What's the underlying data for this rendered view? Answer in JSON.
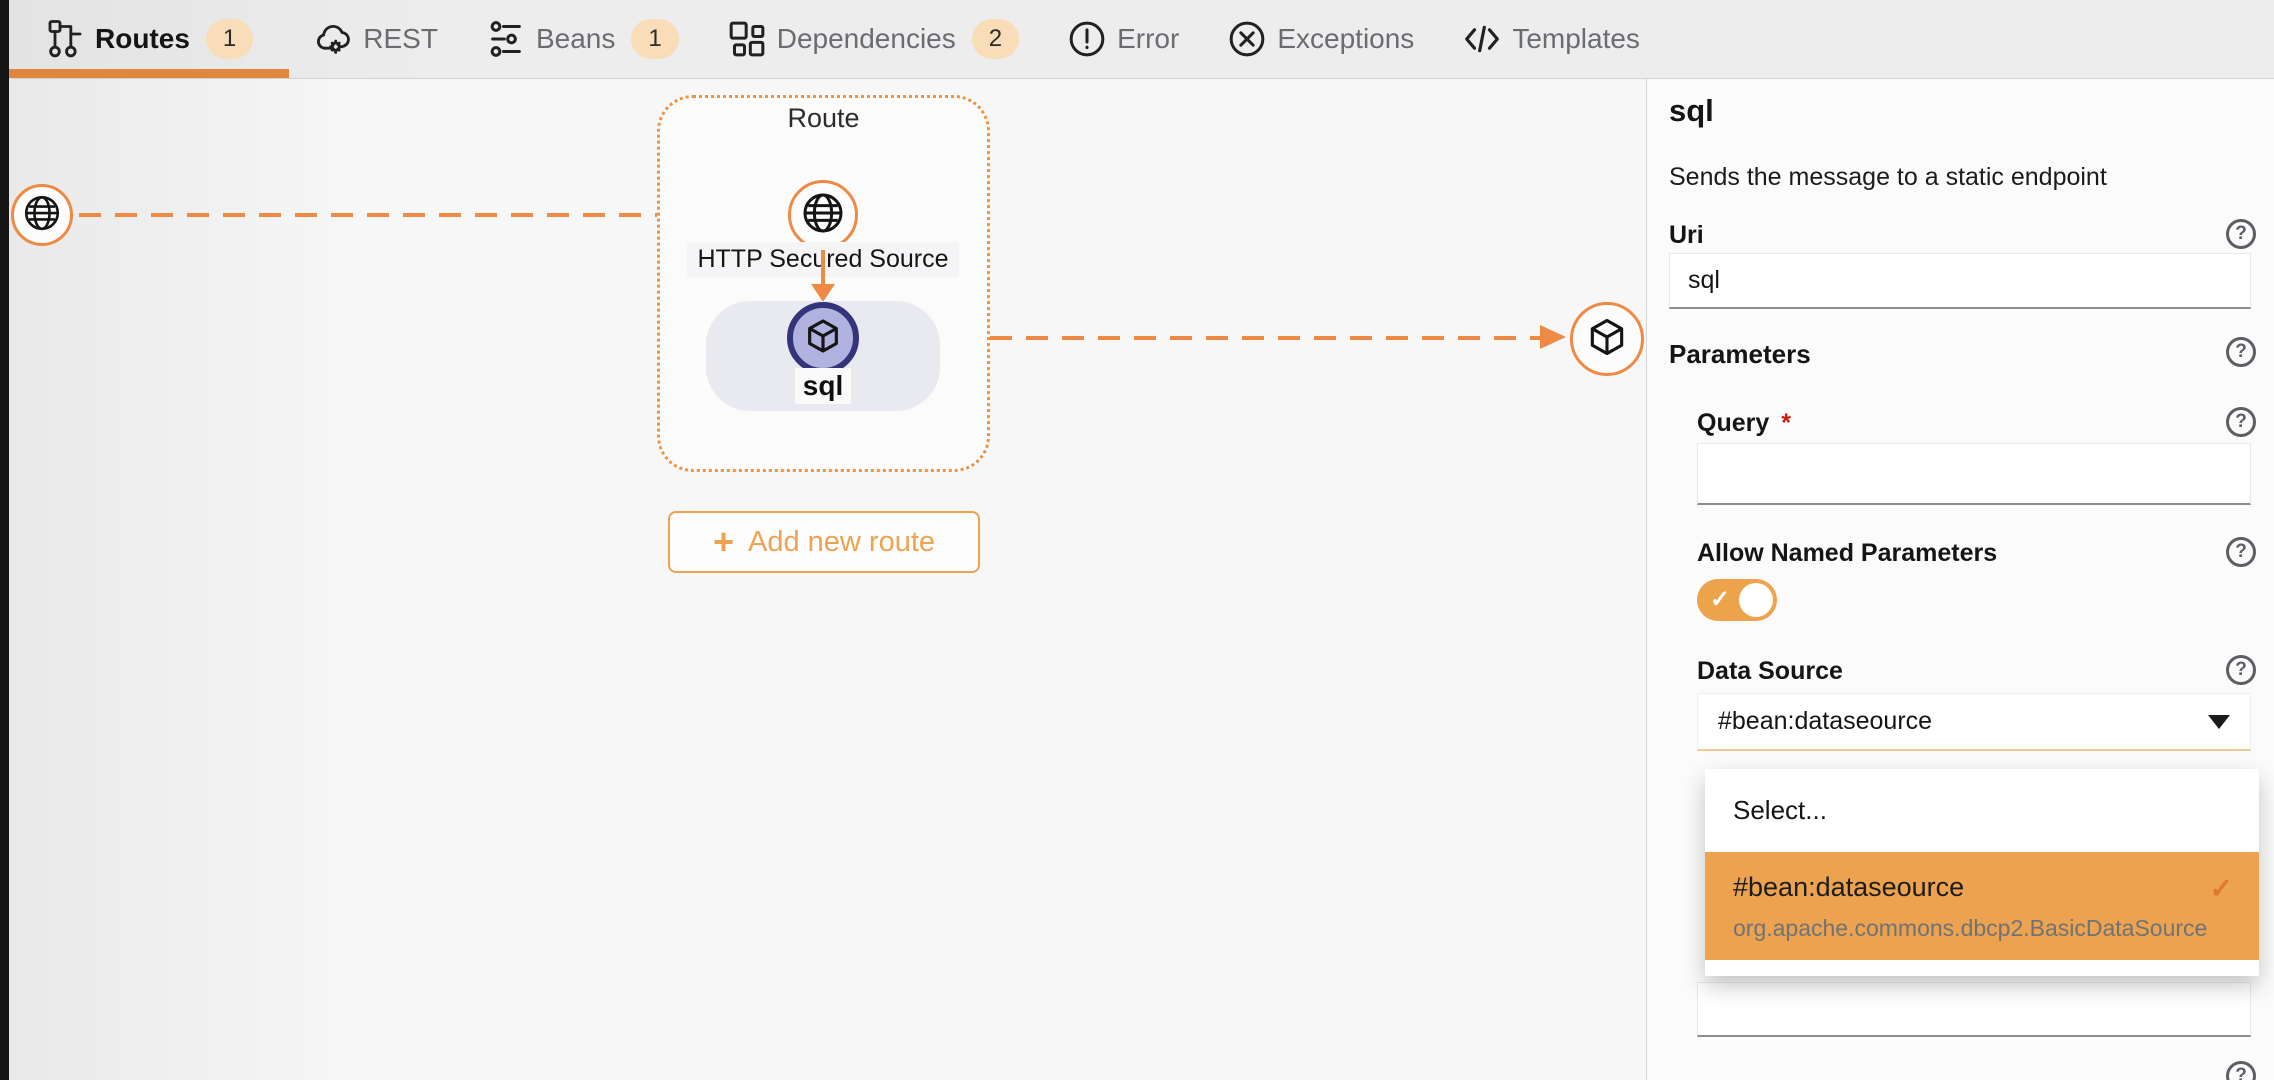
{
  "tabs": {
    "items": [
      {
        "label": "Routes",
        "badge": "1",
        "active": true,
        "icon": "routes-icon"
      },
      {
        "label": "REST",
        "active": false,
        "icon": "rest-icon"
      },
      {
        "label": "Beans",
        "badge": "1",
        "active": false,
        "icon": "beans-icon"
      },
      {
        "label": "Dependencies",
        "badge": "2",
        "active": false,
        "icon": "dependencies-icon"
      },
      {
        "label": "Error",
        "active": false,
        "icon": "error-icon"
      },
      {
        "label": "Exceptions",
        "active": false,
        "icon": "exceptions-icon"
      },
      {
        "label": "Templates",
        "active": false,
        "icon": "templates-icon"
      }
    ]
  },
  "canvas": {
    "route_container_label": "Route",
    "nodes": {
      "inbound_endpoint_icon": "globe-icon",
      "inbound_label": "HTTP Secured Source",
      "sql_node_icon": "cube-icon",
      "sql_label": "sql",
      "outbound_endpoint_icon": "cube-icon"
    },
    "add_new_route_button": {
      "label": "Add new route"
    }
  },
  "panel": {
    "title": "sql",
    "description": "Sends the message to a static endpoint",
    "uri": {
      "label": "Uri",
      "value": "sql"
    },
    "parameters": {
      "label": "Parameters",
      "query": {
        "label": "Query",
        "required_marker": "*",
        "value": ""
      },
      "allow_named_parameters": {
        "label": "Allow Named Parameters",
        "state": "on"
      },
      "data_source": {
        "label": "Data Source",
        "value": "#bean:dataseource"
      }
    },
    "dropdown": {
      "placeholder_option": "Select...",
      "options": [
        {
          "name": "#bean:dataseource",
          "type": "org.apache.commons.dbcp2.BasicDataSource",
          "selected": true
        }
      ]
    }
  },
  "icons": {
    "help": "?",
    "check": "✓",
    "plus": "+"
  },
  "colors": {
    "accent_orange": "#ed8a43",
    "tab_underline": "#e2853e",
    "toggle_orange": "#eda24c",
    "option_highlight": "#eca24e",
    "badge_peach": "#f9dcb8",
    "sql_node_fill": "#b0b2e0",
    "sql_node_border": "#34347a",
    "required_red": "#c9190b"
  }
}
